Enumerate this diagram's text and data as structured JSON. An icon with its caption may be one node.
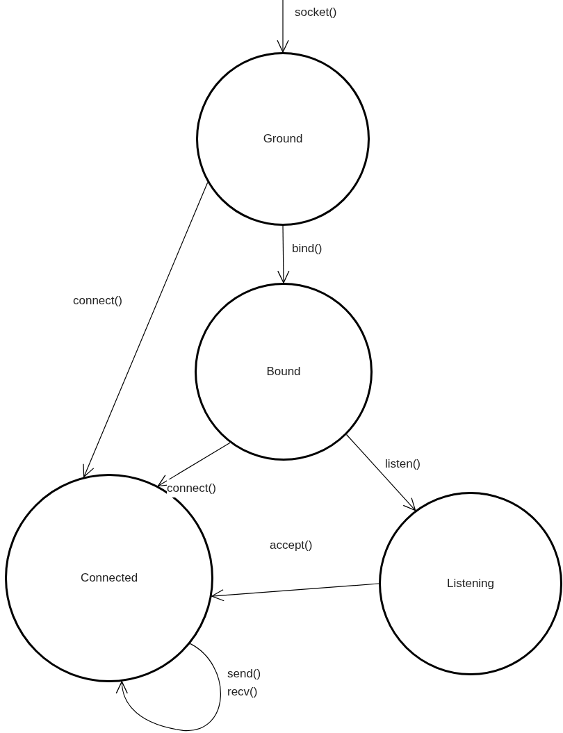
{
  "diagram": {
    "nodes": [
      {
        "text": [
          "Ground"
        ]
      },
      {
        "text": [
          "Bound"
        ]
      },
      {
        "text": [
          "Connected"
        ]
      },
      {
        "text": [
          "Listening"
        ]
      }
    ],
    "edges": [
      {
        "from": null,
        "to": 0,
        "arrow": "to",
        "label": "socket()"
      },
      {
        "from": 0,
        "to": 1,
        "arrow": "to",
        "label": "bind()"
      },
      {
        "from": 0,
        "to": 2,
        "arrow": "to",
        "label": "connect()"
      },
      {
        "from": 1,
        "to": 2,
        "arrow": "to",
        "label": "connect()"
      },
      {
        "from": 1,
        "to": 3,
        "arrow": "to",
        "label": "listen()"
      },
      {
        "from": 3,
        "to": 2,
        "arrow": "to",
        "label": "accept()"
      },
      {
        "from": 2,
        "to": 2,
        "arrow": "to",
        "label": "send() recv()"
      }
    ]
  }
}
